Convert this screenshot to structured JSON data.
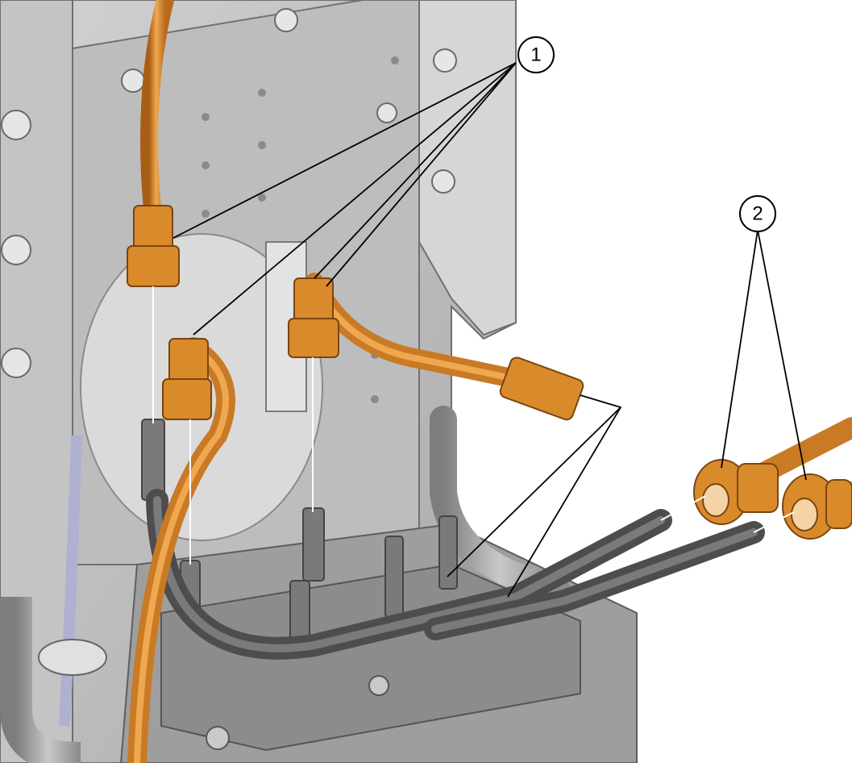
{
  "figure": {
    "callouts": [
      {
        "id": "callout-1",
        "label": "1"
      },
      {
        "id": "callout-2",
        "label": "2"
      }
    ]
  },
  "colors": {
    "copper": "#d98a2b",
    "copper_dark": "#a85e14",
    "frame_light": "#dcdcdc",
    "frame_mid": "#b9b9b9",
    "frame_dark": "#8c8c8c",
    "hose_dark": "#5a5a5a",
    "leader_line": "#000000"
  }
}
